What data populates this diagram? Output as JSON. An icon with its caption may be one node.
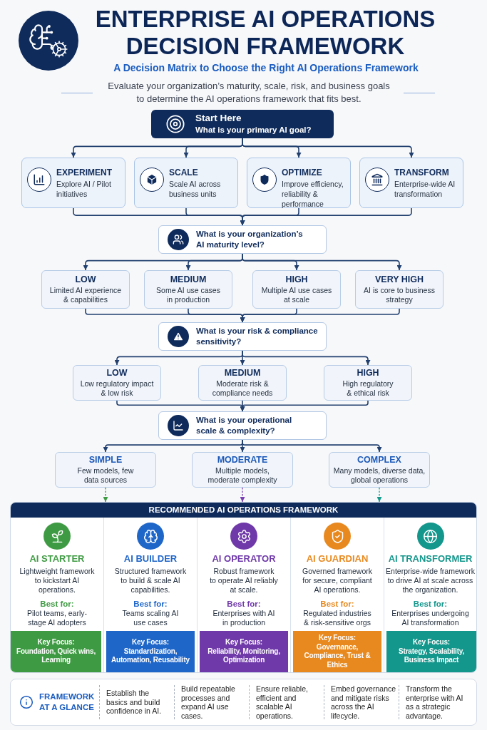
{
  "diagram": {
    "title": "ENTERPRISE AI OPERATIONS DECISION FRAMEWORK",
    "nodes": [
      {
        "text": [
          "Start Here",
          "What is your primary AI goal?"
        ]
      },
      {
        "text": [
          "EXPERIMENT",
          "Explore AI / Pilot initiatives"
        ]
      },
      {
        "text": [
          "SCALE",
          "Scale AI across business units"
        ]
      },
      {
        "text": [
          "OPTIMIZE",
          "Improve efficiency, reliability & performance"
        ]
      },
      {
        "text": [
          "TRANSFORM",
          "Enterprise-wide AI transformation"
        ]
      },
      {
        "text": [
          "What is your organization’s AI maturity level?"
        ]
      },
      {
        "text": [
          "LOW",
          "Limited AI experience & capabilities"
        ]
      },
      {
        "text": [
          "MEDIUM",
          "Some AI use cases in production"
        ]
      },
      {
        "text": [
          "HIGH",
          "Multiple AI use cases at scale"
        ]
      },
      {
        "text": [
          "VERY HIGH",
          "AI is core to business strategy"
        ]
      },
      {
        "text": [
          "What is your risk & compliance sensitivity?"
        ]
      },
      {
        "text": [
          "LOW",
          "Low regulatory impact & low risk"
        ]
      },
      {
        "text": [
          "MEDIUM",
          "Moderate risk & compliance needs"
        ]
      },
      {
        "text": [
          "HIGH",
          "High regulatory & ethical risk"
        ]
      },
      {
        "text": [
          "What is your operational scale & complexity?"
        ]
      },
      {
        "text": [
          "SIMPLE",
          "Few models, few data sources"
        ]
      },
      {
        "text": [
          "MODERATE",
          "Multiple models, moderate complexity"
        ]
      },
      {
        "text": [
          "COMPLEX",
          "Many models, diverse data, global operations"
        ]
      },
      {
        "text": [
          "RECOMMENDED AI OPERATIONS FRAMEWORK"
        ]
      },
      {
        "text": [
          "AI STARTER",
          "Lightweight framework to kickstart AI operations.",
          "Best for:",
          "Pilot teams, early-stage AI adopters"
        ],
        "in": 18
      },
      {
        "text": [
          "Key Focus:",
          "Foundation, Quick wins, Learning"
        ],
        "in": 19
      },
      {
        "text": [
          "AI BUILDER",
          "Structured framework to build & scale AI capabilities.",
          "Best for:",
          "Teams scaling AI use cases"
        ],
        "in": 18
      },
      {
        "text": [
          "Key Focus:",
          "Standardization, Automation, Reusability"
        ],
        "in": 21
      },
      {
        "text": [
          "AI OPERATOR",
          "Robust framework to operate AI reliably at scale.",
          "Best for:",
          "Enterprises with AI in production"
        ],
        "in": 18
      },
      {
        "text": [
          "Key Focus:",
          "Reliability, Monitoring, Optimization"
        ],
        "in": 23
      },
      {
        "text": [
          "AI GUARDIAN",
          "Governed framework for secure, compliant AI operations.",
          "Best for:",
          "Regulated industries & risk-sensitive orgs"
        ],
        "in": 18
      },
      {
        "text": [
          "Key Focus:",
          "Governance, Compliance, Trust & Ethics"
        ],
        "in": 25
      },
      {
        "text": [
          "AI TRANSFORMER",
          "Enterprise-wide framework to drive AI at scale across the organization.",
          "Best for:",
          "Enterprises undergoing AI transformation"
        ],
        "in": 18
      },
      {
        "text": [
          "Key Focus:",
          "Strategy, Scalability, Business Impact"
        ],
        "in": 27
      },
      {
        "text": [
          "FRAMEWORK AT A GLANCE",
          "Establish the basics and build confidence in AI.",
          "Build repeatable processes and expand AI use cases.",
          "Ensure reliable, efficient and scalable AI operations.",
          "Embed governance and mitigate risks across the AI lifecycle.",
          "Transform the enterprise with AI as a strategic advantage."
        ]
      }
    ],
    "edges": [
      {
        "from": 0,
        "to": 1,
        "arrow": "to"
      },
      {
        "from": 0,
        "to": 2,
        "arrow": "to"
      },
      {
        "from": 0,
        "to": 3,
        "arrow": "to"
      },
      {
        "from": 0,
        "to": 4,
        "arrow": "to"
      },
      {
        "from": 1,
        "to": 5,
        "arrow": "to"
      },
      {
        "from": 2,
        "to": 5,
        "arrow": "to"
      },
      {
        "from": 3,
        "to": 5,
        "arrow": "to"
      },
      {
        "from": 4,
        "to": 5,
        "arrow": "to"
      },
      {
        "from": 5,
        "to": 6,
        "arrow": "to"
      },
      {
        "from": 5,
        "to": 7,
        "arrow": "to"
      },
      {
        "from": 5,
        "to": 8,
        "arrow": "to"
      },
      {
        "from": 5,
        "to": 9,
        "arrow": "to"
      },
      {
        "from": 6,
        "to": 10,
        "arrow": "to"
      },
      {
        "from": 7,
        "to": 10,
        "arrow": "to"
      },
      {
        "from": 8,
        "to": 10,
        "arrow": "to"
      },
      {
        "from": 9,
        "to": 10,
        "arrow": "to"
      },
      {
        "from": 10,
        "to": 11,
        "arrow": "to"
      },
      {
        "from": 10,
        "to": 12,
        "arrow": "to"
      },
      {
        "from": 10,
        "to": 13,
        "arrow": "to"
      },
      {
        "from": 11,
        "to": 14,
        "arrow": "to"
      },
      {
        "from": 12,
        "to": 14,
        "arrow": "to"
      },
      {
        "from": 13,
        "to": 14,
        "arrow": "to"
      },
      {
        "from": 14,
        "to": 15,
        "arrow": "to"
      },
      {
        "from": 14,
        "to": 16,
        "arrow": "to"
      },
      {
        "from": 14,
        "to": 17,
        "arrow": "to"
      },
      {
        "from": 15,
        "to": 18,
        "arrow": "to",
        "style": "dashed",
        "color": "#3f9b43"
      },
      {
        "from": 16,
        "to": 18,
        "arrow": "to",
        "style": "dashed",
        "color": "#7b3fb5"
      },
      {
        "from": 17,
        "to": 18,
        "arrow": "to",
        "style": "dashed",
        "color": "#169a8c"
      }
    ],
    "labels": [
      "A Decision Matrix to Choose the Right AI Operations Framework",
      "Evaluate your organization’s maturity, scale, risk, and business goals to determine the AI operations framework that fits best."
    ]
  }
}
